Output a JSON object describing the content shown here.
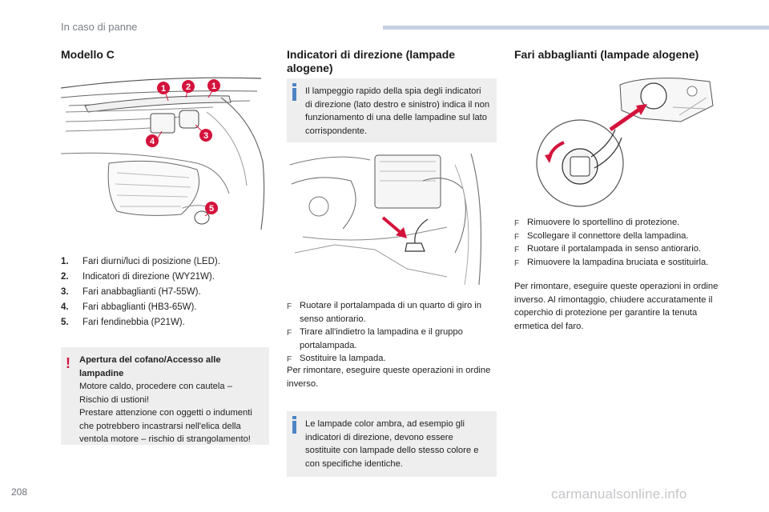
{
  "header": {
    "section": "In caso di panne"
  },
  "page_number": "208",
  "watermark": "carmanualsonline.info",
  "col1": {
    "title": "Modello C",
    "callouts": [
      "1",
      "2",
      "1",
      "3",
      "4",
      "5"
    ],
    "list": [
      {
        "n": "1.",
        "text": "Fari diurni/luci di posizione (LED)."
      },
      {
        "n": "2.",
        "text": "Indicatori di direzione (WY21W)."
      },
      {
        "n": "3.",
        "text": "Fari anabbaglianti (H7-55W)."
      },
      {
        "n": "4.",
        "text": "Fari abbaglianti (HB3-65W)."
      },
      {
        "n": "5.",
        "text": "Fari fendinebbia (P21W)."
      }
    ],
    "warning": {
      "mark": "!",
      "title": "Apertura del cofano/Accesso alle lampadine",
      "line1": "Motore caldo, procedere con cautela – Rischio di ustioni!",
      "line2": "Prestare attenzione con oggetti o indumenti che potrebbero incastrarsi nell'elica della ventola motore – rischio di strangolamento!"
    }
  },
  "col2": {
    "title": "Indicatori di direzione (lampade alogene)",
    "info1": "Il lampeggio rapido della spia degli indicatori di direzione (lato destro e sinistro) indica il non funzionamento di una delle lampadine sul lato corrispondente.",
    "steps": [
      "Ruotare il portalampada di un quarto di giro in senso antiorario.",
      "Tirare all'indietro la lampadina e il gruppo portalampada.",
      "Sostituire la lampada."
    ],
    "after": "Per rimontare, eseguire queste operazioni in ordine inverso.",
    "info2": "Le lampade color ambra, ad esempio gli indicatori di direzione, devono essere sostituite con lampade dello stesso colore e con specifiche identiche."
  },
  "col3": {
    "title": "Fari abbaglianti (lampade alogene)",
    "steps": [
      "Rimuovere lo sportellino di protezione.",
      "Scollegare il connettore della lampadina.",
      "Ruotare il portalampada in senso antiorario.",
      "Rimuovere la lampadina bruciata e sostituirla."
    ],
    "after": "Per rimontare, eseguire queste operazioni in ordine inverso. Al rimontaggio, chiudere accuratamente il coperchio di protezione per garantire la tenuta ermetica del faro."
  },
  "step_glyph": "F",
  "colors": {
    "accent_red": "#d4133c",
    "info_blue": "#4f84c4",
    "box_grey": "#eeeeef",
    "header_bar": "#c7cfe3"
  }
}
